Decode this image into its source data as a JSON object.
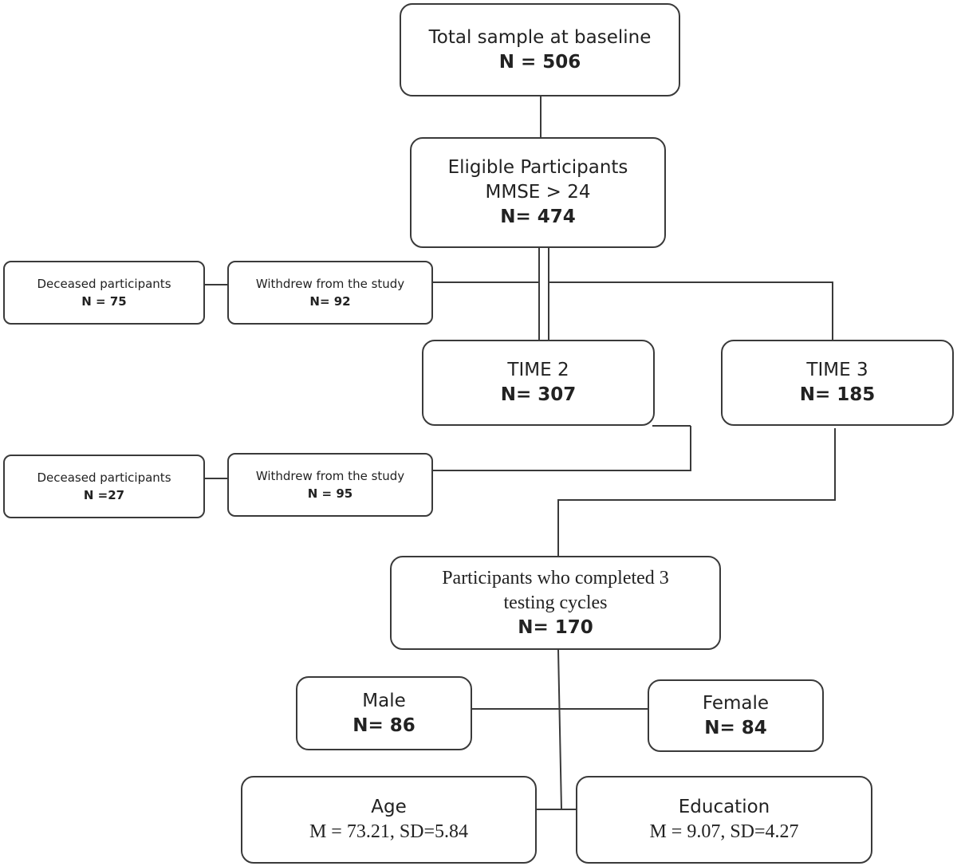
{
  "nodes": {
    "baseline": {
      "title": "Total sample at baseline",
      "count": "N = 506"
    },
    "eligible": {
      "title": "Eligible Participants",
      "criterion": "MMSE > 24",
      "count": "N= 474"
    },
    "deceased_1": {
      "title": "Deceased participants",
      "count": "N = 75"
    },
    "withdrew_1": {
      "title": "Withdrew from the study",
      "count": "N= 92"
    },
    "time2": {
      "title": "TIME 2",
      "count": "N= 307"
    },
    "time3": {
      "title": "TIME 3",
      "count": "N= 185"
    },
    "deceased_2": {
      "title": "Deceased participants",
      "count": "N =27"
    },
    "withdrew_2": {
      "title": "Withdrew from the study",
      "count": "N = 95"
    },
    "completed": {
      "title_line1": "Participants who completed 3",
      "title_line2": "testing cycles",
      "count": "N= 170"
    },
    "male": {
      "title": "Male",
      "count": "N= 86"
    },
    "female": {
      "title": "Female",
      "count": "N= 84"
    },
    "age": {
      "title": "Age",
      "stats": "M = 73.21, SD=5.84"
    },
    "education": {
      "title": "Education",
      "stats": "M = 9.07, SD=4.27"
    }
  },
  "colors": {
    "border": "#3a3a3a",
    "line": "#3a3a3a",
    "text": "#222222",
    "background": "#ffffff"
  }
}
